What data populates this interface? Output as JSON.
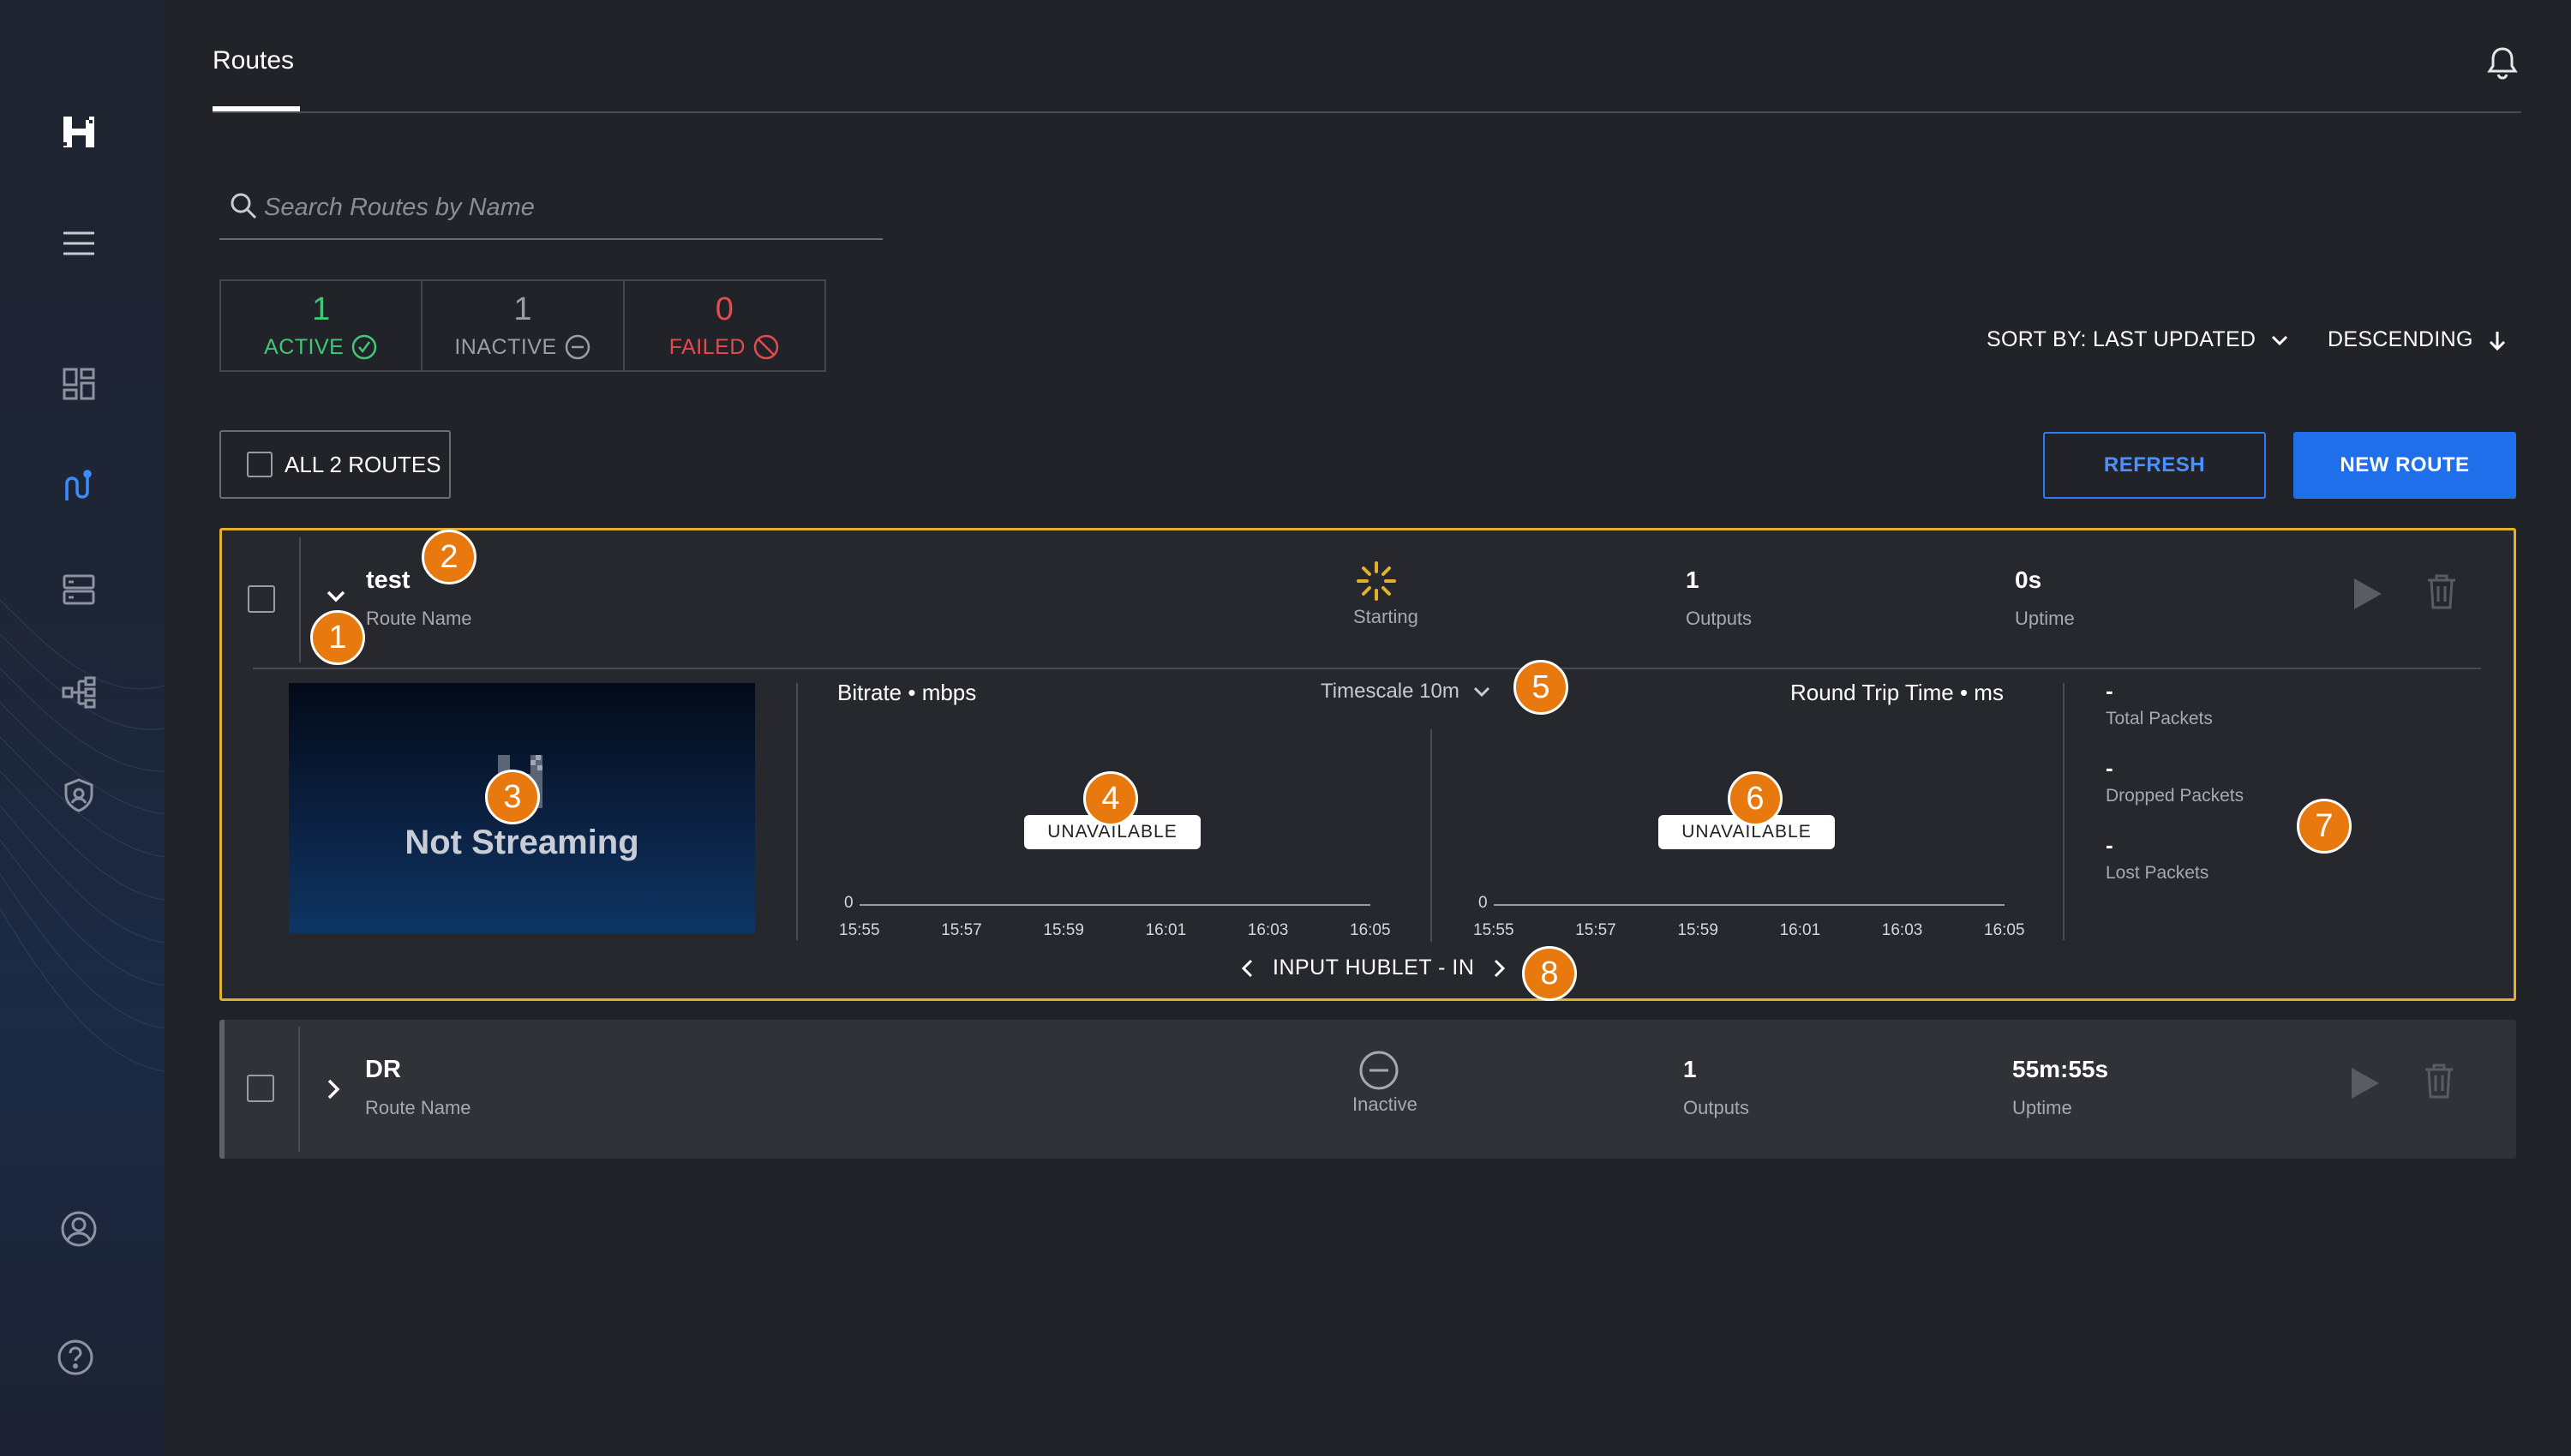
{
  "tabs": [
    {
      "label": "Routes"
    }
  ],
  "search": {
    "placeholder": "Search Routes by Name",
    "value": ""
  },
  "status": {
    "active": {
      "count": "1",
      "label": "ACTIVE",
      "color": "#3ec877"
    },
    "inactive": {
      "count": "1",
      "label": "INACTIVE",
      "color": "#9c9ea5"
    },
    "failed": {
      "count": "0",
      "label": "FAILED",
      "color": "#e24c4c"
    }
  },
  "sort": {
    "sort_by": "SORT BY: LAST UPDATED",
    "order": "DESCENDING"
  },
  "toolbar": {
    "all_routes_label": "ALL 2 ROUTES",
    "refresh_label": "REFRESH",
    "new_route_label": "NEW ROUTE"
  },
  "routes": [
    {
      "name": "test",
      "name_label": "Route Name",
      "state": "Starting",
      "outputs": "1",
      "outputs_label": "Outputs",
      "uptime": "0s",
      "uptime_label": "Uptime",
      "expanded": true,
      "preview_text": "Not Streaming",
      "bitrate_title": "Bitrate • mbps",
      "timescale_label": "Timescale 10m",
      "rtt_title": "Round Trip Time • ms",
      "unavailable_label": "UNAVAILABLE",
      "y_zero": "0",
      "x_ticks": [
        "15:55",
        "15:57",
        "15:59",
        "16:01",
        "16:03",
        "16:05"
      ],
      "stats": [
        {
          "value": "-",
          "label": "Total Packets"
        },
        {
          "value": "-",
          "label": "Dropped Packets"
        },
        {
          "value": "-",
          "label": "Lost Packets"
        }
      ],
      "input_nav_label": "INPUT HUBLET - IN"
    },
    {
      "name": "DR",
      "name_label": "Route Name",
      "state": "Inactive",
      "outputs": "1",
      "outputs_label": "Outputs",
      "uptime": "55m:55s",
      "uptime_label": "Uptime",
      "expanded": false
    }
  ],
  "callouts": [
    "1",
    "2",
    "3",
    "4",
    "5",
    "6",
    "7",
    "8"
  ],
  "colors": {
    "accent": "#1f6feb",
    "highlight_border": "#e3b02c",
    "callout": "#e8790f"
  }
}
